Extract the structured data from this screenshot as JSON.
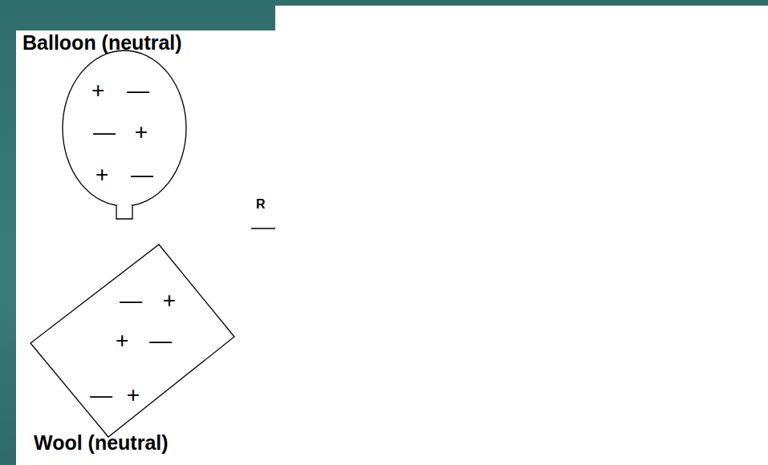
{
  "diagram": {
    "nodes": [
      {
        "text": [
          "Balloon (neutral)",
          "+ —",
          "— +",
          "+ —"
        ]
      },
      {
        "text": [
          "Wool (neutral)",
          "— +",
          "+ —",
          "— +"
        ]
      }
    ],
    "labels": [
      "R"
    ]
  }
}
